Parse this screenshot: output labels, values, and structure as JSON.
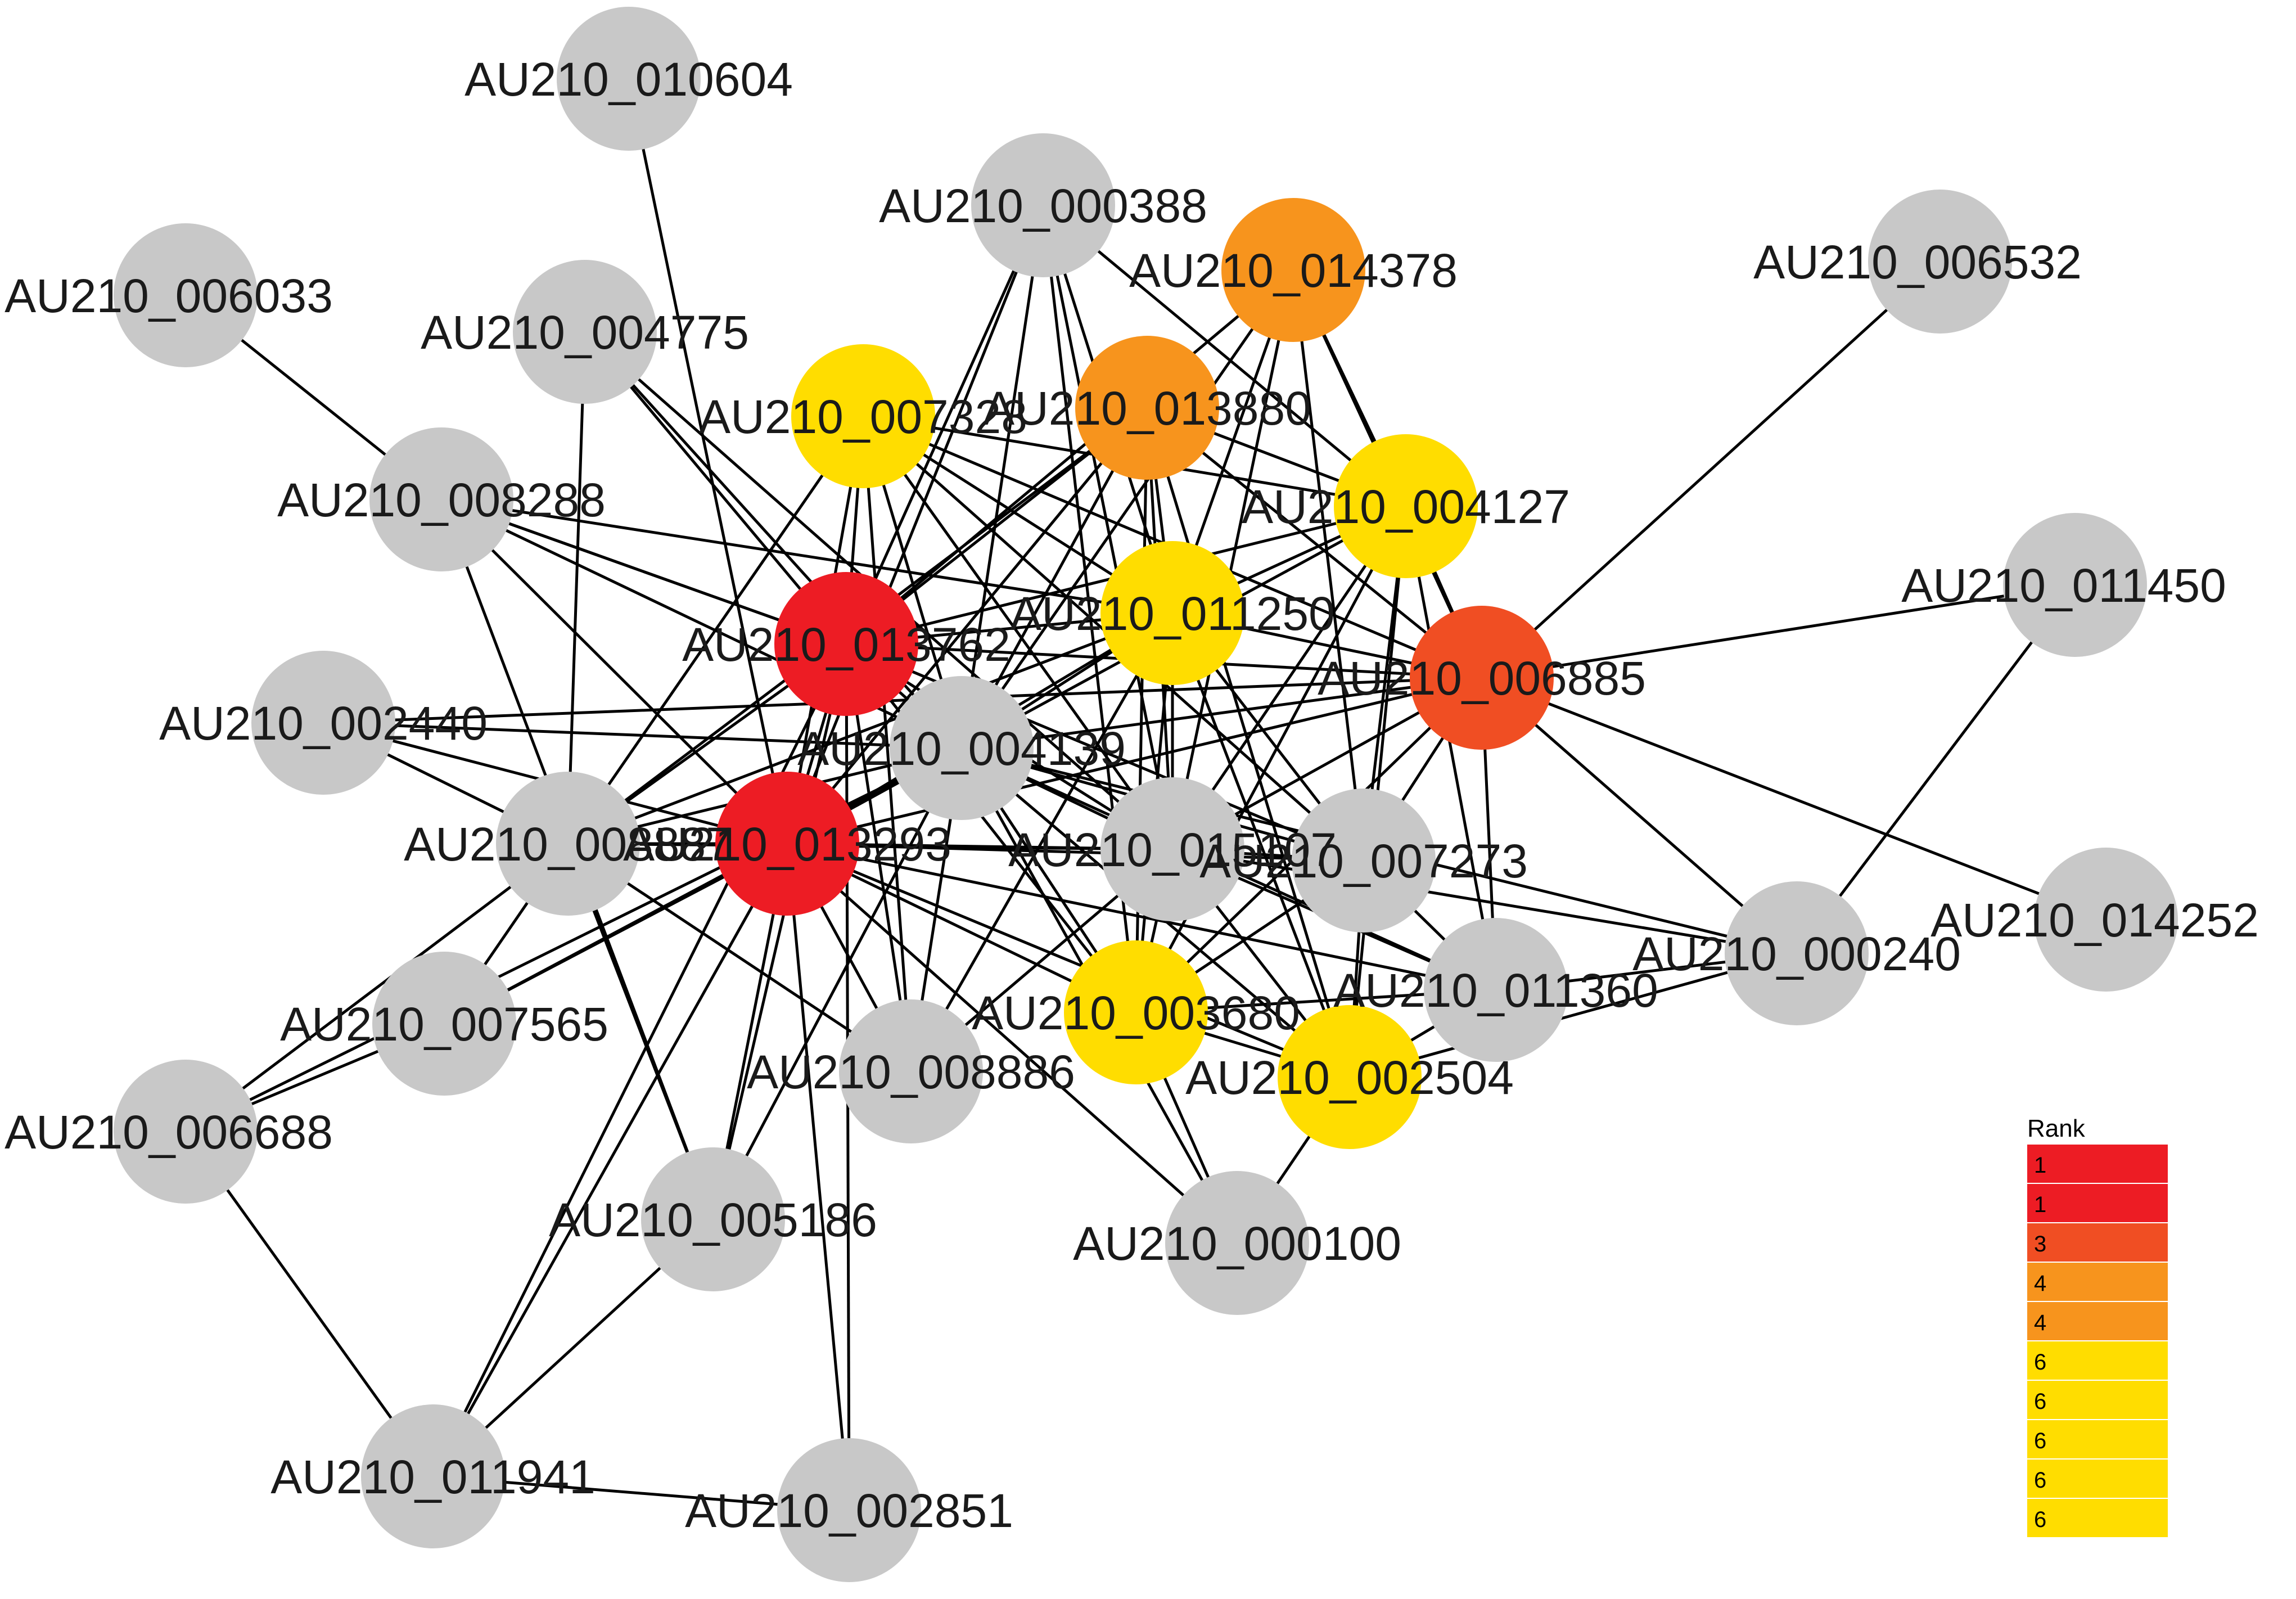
{
  "colors": {
    "rank_1": "#ed1c24",
    "rank_3": "#f04e23",
    "rank_4": "#f7941d",
    "rank_6": "#ffdd00",
    "unranked": "#c8c8c8",
    "edge": "#000000"
  },
  "nodes": [
    {
      "id": "AU210_010604",
      "label": "AU210_010604",
      "rank": null
    },
    {
      "id": "AU210_006033",
      "label": "AU210_006033",
      "rank": null
    },
    {
      "id": "AU210_004775",
      "label": "AU210_004775",
      "rank": null
    },
    {
      "id": "AU210_000388",
      "label": "AU210_000388",
      "rank": null
    },
    {
      "id": "AU210_014378",
      "label": "AU210_014378",
      "rank": 4
    },
    {
      "id": "AU210_006532",
      "label": "AU210_006532",
      "rank": null
    },
    {
      "id": "AU210_007328",
      "label": "AU210_007328",
      "rank": 6
    },
    {
      "id": "AU210_013880",
      "label": "AU210_013880",
      "rank": 4
    },
    {
      "id": "AU210_008288",
      "label": "AU210_008288",
      "rank": null
    },
    {
      "id": "AU210_004127",
      "label": "AU210_004127",
      "rank": 6
    },
    {
      "id": "AU210_011450",
      "label": "AU210_011450",
      "rank": null
    },
    {
      "id": "AU210_011250",
      "label": "AU210_011250",
      "rank": 6
    },
    {
      "id": "AU210_013762",
      "label": "AU210_013762",
      "rank": 1
    },
    {
      "id": "AU210_006885",
      "label": "AU210_006885",
      "rank": 3
    },
    {
      "id": "AU210_002440",
      "label": "AU210_002440",
      "rank": null
    },
    {
      "id": "AU210_004139",
      "label": "AU210_004139",
      "rank": null
    },
    {
      "id": "AU210_008887",
      "label": "AU210_008887",
      "rank": null
    },
    {
      "id": "AU210_013293",
      "label": "AU210_013293",
      "rank": 1
    },
    {
      "id": "AU210_015107",
      "label": "AU210_015107",
      "rank": null
    },
    {
      "id": "AU210_007273",
      "label": "AU210_007273",
      "rank": null
    },
    {
      "id": "AU210_014252",
      "label": "AU210_014252",
      "rank": null
    },
    {
      "id": "AU210_000240",
      "label": "AU210_000240",
      "rank": null
    },
    {
      "id": "AU210_011360",
      "label": "AU210_011360",
      "rank": null
    },
    {
      "id": "AU210_007565",
      "label": "AU210_007565",
      "rank": null
    },
    {
      "id": "AU210_003680",
      "label": "AU210_003680",
      "rank": 6
    },
    {
      "id": "AU210_002504",
      "label": "AU210_002504",
      "rank": 6
    },
    {
      "id": "AU210_008886",
      "label": "AU210_008886",
      "rank": null
    },
    {
      "id": "AU210_006688",
      "label": "AU210_006688",
      "rank": null
    },
    {
      "id": "AU210_005186",
      "label": "AU210_005186",
      "rank": null
    },
    {
      "id": "AU210_000100",
      "label": "AU210_000100",
      "rank": null
    },
    {
      "id": "AU210_011941",
      "label": "AU210_011941",
      "rank": null
    },
    {
      "id": "AU210_002851",
      "label": "AU210_002851",
      "rank": null
    }
  ],
  "edges": [
    [
      "AU210_010604",
      "AU210_013293"
    ],
    [
      "AU210_006033",
      "AU210_008288"
    ],
    [
      "AU210_004775",
      "AU210_013762"
    ],
    [
      "AU210_004775",
      "AU210_008887"
    ],
    [
      "AU210_004775",
      "AU210_015107"
    ],
    [
      "AU210_004775",
      "AU210_004139"
    ],
    [
      "AU210_008288",
      "AU210_013762"
    ],
    [
      "AU210_008288",
      "AU210_004139"
    ],
    [
      "AU210_008288",
      "AU210_013293"
    ],
    [
      "AU210_008288",
      "AU210_011250"
    ],
    [
      "AU210_008288",
      "AU210_005186"
    ],
    [
      "AU210_002440",
      "AU210_013293"
    ],
    [
      "AU210_002440",
      "AU210_006885"
    ],
    [
      "AU210_002440",
      "AU210_004139"
    ],
    [
      "AU210_000388",
      "AU210_013762"
    ],
    [
      "AU210_000388",
      "AU210_013293"
    ],
    [
      "AU210_000388",
      "AU210_004139"
    ],
    [
      "AU210_000388",
      "AU210_011250"
    ],
    [
      "AU210_000388",
      "AU210_004127"
    ],
    [
      "AU210_000388",
      "AU210_015107"
    ],
    [
      "AU210_000388",
      "AU210_003680"
    ],
    [
      "AU210_014378",
      "AU210_013762"
    ],
    [
      "AU210_014378",
      "AU210_004139"
    ],
    [
      "AU210_014378",
      "AU210_011250"
    ],
    [
      "AU210_014378",
      "AU210_015107"
    ],
    [
      "AU210_014378",
      "AU210_006885"
    ],
    [
      "AU210_014378",
      "AU210_004127"
    ],
    [
      "AU210_014378",
      "AU210_007273"
    ],
    [
      "AU210_007328",
      "AU210_013762"
    ],
    [
      "AU210_007328",
      "AU210_013293"
    ],
    [
      "AU210_007328",
      "AU210_004139"
    ],
    [
      "AU210_007328",
      "AU210_008887"
    ],
    [
      "AU210_007328",
      "AU210_011250"
    ],
    [
      "AU210_007328",
      "AU210_004127"
    ],
    [
      "AU210_007328",
      "AU210_006885"
    ],
    [
      "AU210_007328",
      "AU210_015107"
    ],
    [
      "AU210_007328",
      "AU210_008886"
    ],
    [
      "AU210_007328",
      "AU210_007273"
    ],
    [
      "AU210_013880",
      "AU210_013762"
    ],
    [
      "AU210_013880",
      "AU210_013293"
    ],
    [
      "AU210_013880",
      "AU210_004139"
    ],
    [
      "AU210_013880",
      "AU210_011250"
    ],
    [
      "AU210_013880",
      "AU210_006885"
    ],
    [
      "AU210_013880",
      "AU210_015107"
    ],
    [
      "AU210_013880",
      "AU210_003680"
    ],
    [
      "AU210_013880",
      "AU210_002504"
    ],
    [
      "AU210_013880",
      "AU210_008887"
    ],
    [
      "AU210_013880",
      "AU210_004127"
    ],
    [
      "AU210_004127",
      "AU210_013762"
    ],
    [
      "AU210_004127",
      "AU210_004139"
    ],
    [
      "AU210_004127",
      "AU210_011250"
    ],
    [
      "AU210_004127",
      "AU210_015107"
    ],
    [
      "AU210_004127",
      "AU210_006885"
    ],
    [
      "AU210_004127",
      "AU210_007273"
    ],
    [
      "AU210_004127",
      "AU210_011360"
    ],
    [
      "AU210_004127",
      "AU210_002504"
    ],
    [
      "AU210_004127",
      "AU210_003680"
    ],
    [
      "AU210_011250",
      "AU210_013762"
    ],
    [
      "AU210_011250",
      "AU210_013293"
    ],
    [
      "AU210_011250",
      "AU210_004139"
    ],
    [
      "AU210_011250",
      "AU210_006885"
    ],
    [
      "AU210_011250",
      "AU210_015107"
    ],
    [
      "AU210_011250",
      "AU210_007273"
    ],
    [
      "AU210_011250",
      "AU210_003680"
    ],
    [
      "AU210_011250",
      "AU210_002504"
    ],
    [
      "AU210_011250",
      "AU210_008887"
    ],
    [
      "AU210_011250",
      "AU210_008886"
    ],
    [
      "AU210_013762",
      "AU210_006885"
    ],
    [
      "AU210_013762",
      "AU210_013293"
    ],
    [
      "AU210_013762",
      "AU210_008887"
    ],
    [
      "AU210_013762",
      "AU210_015107"
    ],
    [
      "AU210_013762",
      "AU210_008886"
    ],
    [
      "AU210_013762",
      "AU210_003680"
    ],
    [
      "AU210_013762",
      "AU210_004139"
    ],
    [
      "AU210_013762",
      "AU210_007273"
    ],
    [
      "AU210_006885",
      "AU210_006532"
    ],
    [
      "AU210_006885",
      "AU210_011450"
    ],
    [
      "AU210_006885",
      "AU210_014252"
    ],
    [
      "AU210_006885",
      "AU210_000240"
    ],
    [
      "AU210_006885",
      "AU210_004139"
    ],
    [
      "AU210_006885",
      "AU210_015107"
    ],
    [
      "AU210_006885",
      "AU210_007273"
    ],
    [
      "AU210_006885",
      "AU210_011360"
    ],
    [
      "AU210_006885",
      "AU210_003680"
    ],
    [
      "AU210_006885",
      "AU210_013293"
    ],
    [
      "AU210_004139",
      "AU210_013293"
    ],
    [
      "AU210_004139",
      "AU210_015107"
    ],
    [
      "AU210_004139",
      "AU210_007273"
    ],
    [
      "AU210_004139",
      "AU210_011360"
    ],
    [
      "AU210_004139",
      "AU210_003680"
    ],
    [
      "AU210_004139",
      "AU210_002504"
    ],
    [
      "AU210_004139",
      "AU210_008887"
    ],
    [
      "AU210_004139",
      "AU210_008886"
    ],
    [
      "AU210_004139",
      "AU210_007565"
    ],
    [
      "AU210_004139",
      "AU210_006688"
    ],
    [
      "AU210_004139",
      "AU210_005186"
    ],
    [
      "AU210_004139",
      "AU210_000240"
    ],
    [
      "AU210_013293",
      "AU210_008887"
    ],
    [
      "AU210_013293",
      "AU210_015107"
    ],
    [
      "AU210_013293",
      "AU210_007273"
    ],
    [
      "AU210_013293",
      "AU210_003680"
    ],
    [
      "AU210_013293",
      "AU210_002504"
    ],
    [
      "AU210_013293",
      "AU210_008886"
    ],
    [
      "AU210_013293",
      "AU210_007565"
    ],
    [
      "AU210_013293",
      "AU210_005186"
    ],
    [
      "AU210_013293",
      "AU210_011941"
    ],
    [
      "AU210_013293",
      "AU210_002851"
    ],
    [
      "AU210_013293",
      "AU210_000100"
    ],
    [
      "AU210_013293",
      "AU210_011360"
    ],
    [
      "AU210_008887",
      "AU210_015107"
    ],
    [
      "AU210_008887",
      "AU210_006688"
    ],
    [
      "AU210_008887",
      "AU210_005186"
    ],
    [
      "AU210_008887",
      "AU210_007565"
    ],
    [
      "AU210_008887",
      "AU210_002440"
    ],
    [
      "AU210_015107",
      "AU210_007273"
    ],
    [
      "AU210_015107",
      "AU210_011360"
    ],
    [
      "AU210_015107",
      "AU210_002504"
    ],
    [
      "AU210_015107",
      "AU210_003680"
    ],
    [
      "AU210_015107",
      "AU210_008886"
    ],
    [
      "AU210_015107",
      "AU210_000240"
    ],
    [
      "AU210_007273",
      "AU210_003680"
    ],
    [
      "AU210_007273",
      "AU210_002504"
    ],
    [
      "AU210_007273",
      "AU210_011360"
    ],
    [
      "AU210_011360",
      "AU210_000240"
    ],
    [
      "AU210_011360",
      "AU210_002504"
    ],
    [
      "AU210_011360",
      "AU210_003680"
    ],
    [
      "AU210_000240",
      "AU210_011450"
    ],
    [
      "AU210_000240",
      "AU210_002504"
    ],
    [
      "AU210_003680",
      "AU210_002504"
    ],
    [
      "AU210_003680",
      "AU210_000100"
    ],
    [
      "AU210_002504",
      "AU210_000100"
    ],
    [
      "AU210_006688",
      "AU210_011941"
    ],
    [
      "AU210_006688",
      "AU210_007565"
    ],
    [
      "AU210_011941",
      "AU210_002851"
    ],
    [
      "AU210_011941",
      "AU210_005186"
    ],
    [
      "AU210_011941",
      "AU210_013762"
    ],
    [
      "AU210_005186",
      "AU210_013762"
    ],
    [
      "AU210_008886",
      "AU210_008887"
    ],
    [
      "AU210_000100",
      "AU210_004139"
    ],
    [
      "AU210_002851",
      "AU210_013762"
    ],
    [
      "AU210_013762",
      "AU210_008288"
    ]
  ],
  "legend": {
    "title": "Rank",
    "entries": [
      {
        "label": "1",
        "color": "#ed1c24"
      },
      {
        "label": "1",
        "color": "#ed1c24"
      },
      {
        "label": "3",
        "color": "#f04e23"
      },
      {
        "label": "4",
        "color": "#f7941d"
      },
      {
        "label": "4",
        "color": "#f7941d"
      },
      {
        "label": "6",
        "color": "#ffdd00"
      },
      {
        "label": "6",
        "color": "#ffdd00"
      },
      {
        "label": "6",
        "color": "#ffdd00"
      },
      {
        "label": "6",
        "color": "#ffdd00"
      },
      {
        "label": "6",
        "color": "#ffdd00"
      }
    ]
  }
}
